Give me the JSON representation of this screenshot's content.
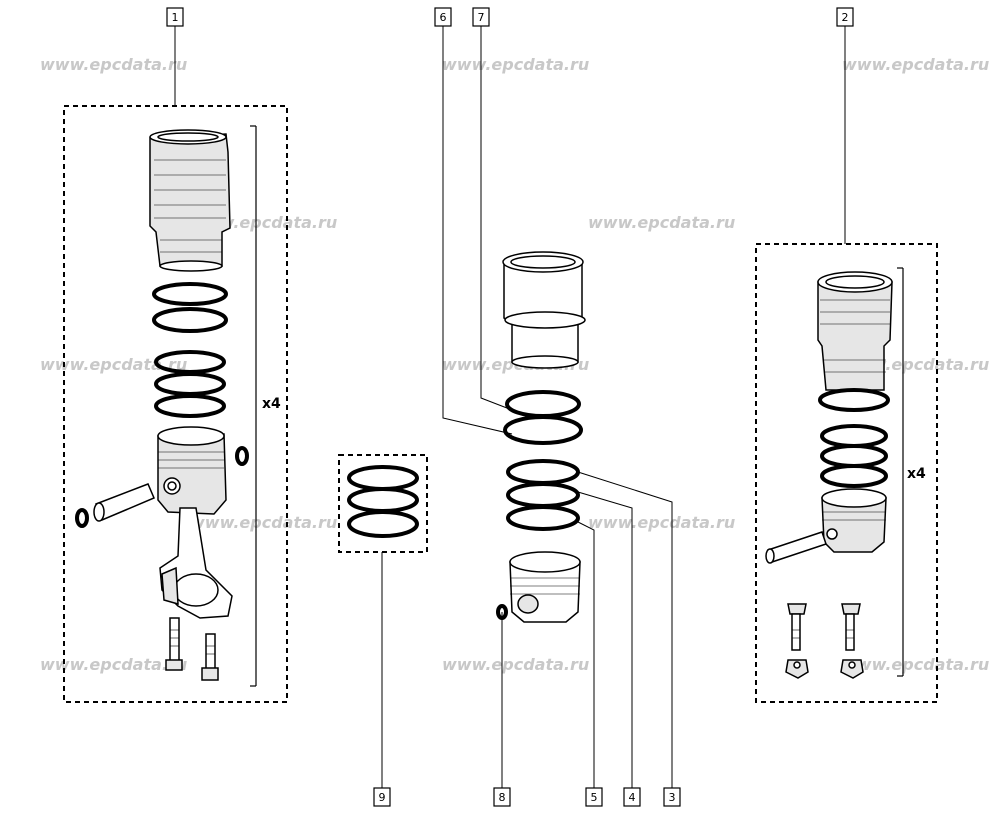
{
  "watermark": "www.epcdata.ru",
  "callouts": [
    {
      "id": "c1",
      "label": "1"
    },
    {
      "id": "c2",
      "label": "2"
    },
    {
      "id": "c3",
      "label": "3"
    },
    {
      "id": "c4",
      "label": "4"
    },
    {
      "id": "c5",
      "label": "5"
    },
    {
      "id": "c6",
      "label": "6"
    },
    {
      "id": "c7",
      "label": "7"
    },
    {
      "id": "c8",
      "label": "8"
    },
    {
      "id": "c9",
      "label": "9"
    }
  ],
  "quantity_left": "x4",
  "quantity_right": "x4"
}
